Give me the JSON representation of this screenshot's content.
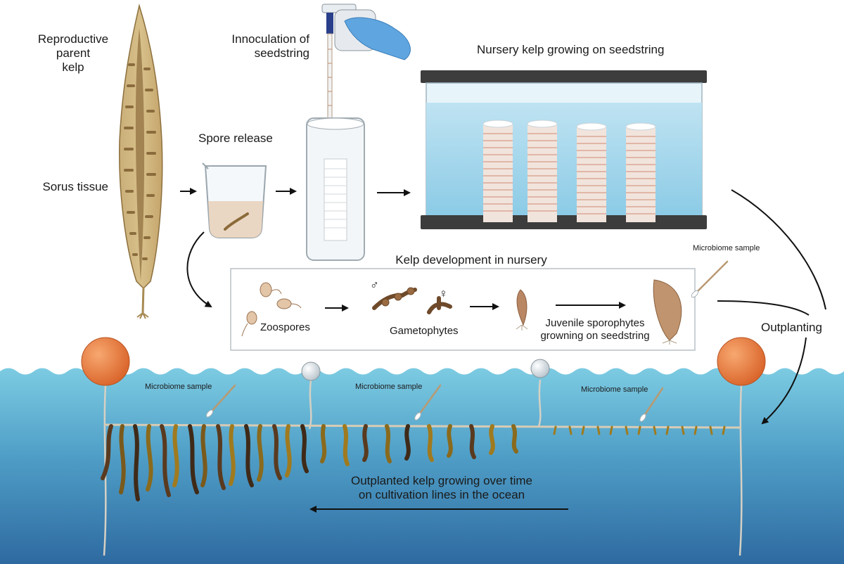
{
  "labels": {
    "reproductive_parent_kelp": [
      "Reproductive",
      "parent",
      "kelp"
    ],
    "sorus_tissue": "Sorus tissue",
    "innoculation": [
      "Innoculation of",
      "seedstring"
    ],
    "spore_release": "Spore release",
    "nursery_title": "Nursery kelp growing on seedstring",
    "development_title": "Kelp development in nursery",
    "zoospores": "Zoospores",
    "gametophytes": "Gametophytes",
    "juvenile_sporophytes": [
      "Juvenile sporophytes",
      "growning on seedstring"
    ],
    "male_symbol": "♂",
    "female_symbol": "♀",
    "outplanting": "Outplanting",
    "microbiome_sample": "Microbiome sample",
    "outplanted": [
      "Outplanted kelp growing over time",
      "on cultivation lines in the ocean"
    ]
  },
  "colors": {
    "ocean_top": "#7ccbe2",
    "ocean_bottom": "#2e6aa0",
    "buoy_orange": "#d9642a",
    "kelp_brown": "#5a3a1f",
    "kelp_golden": "#a07a1e",
    "tank_frame": "#3d3d3d",
    "glove_blue": "#5fa6e0"
  }
}
